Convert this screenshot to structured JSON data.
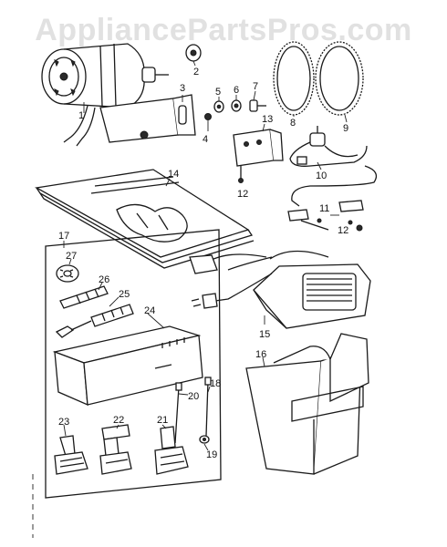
{
  "watermark": "AppliancePartsPros.com",
  "callouts": {
    "c1": "1",
    "c2": "2",
    "c3": "3",
    "c4": "4",
    "c5": "5",
    "c6": "6",
    "c7": "7",
    "c8": "8",
    "c9": "9",
    "c10": "10",
    "c11": "11",
    "c12a": "12",
    "c12b": "12",
    "c13": "13",
    "c14": "14",
    "c15": "15",
    "c16": "16",
    "c17": "17",
    "c18": "18",
    "c19": "19",
    "c20": "20",
    "c21": "21",
    "c22": "22",
    "c23": "23",
    "c24": "24",
    "c25": "25",
    "c26": "26",
    "c27": "27"
  }
}
